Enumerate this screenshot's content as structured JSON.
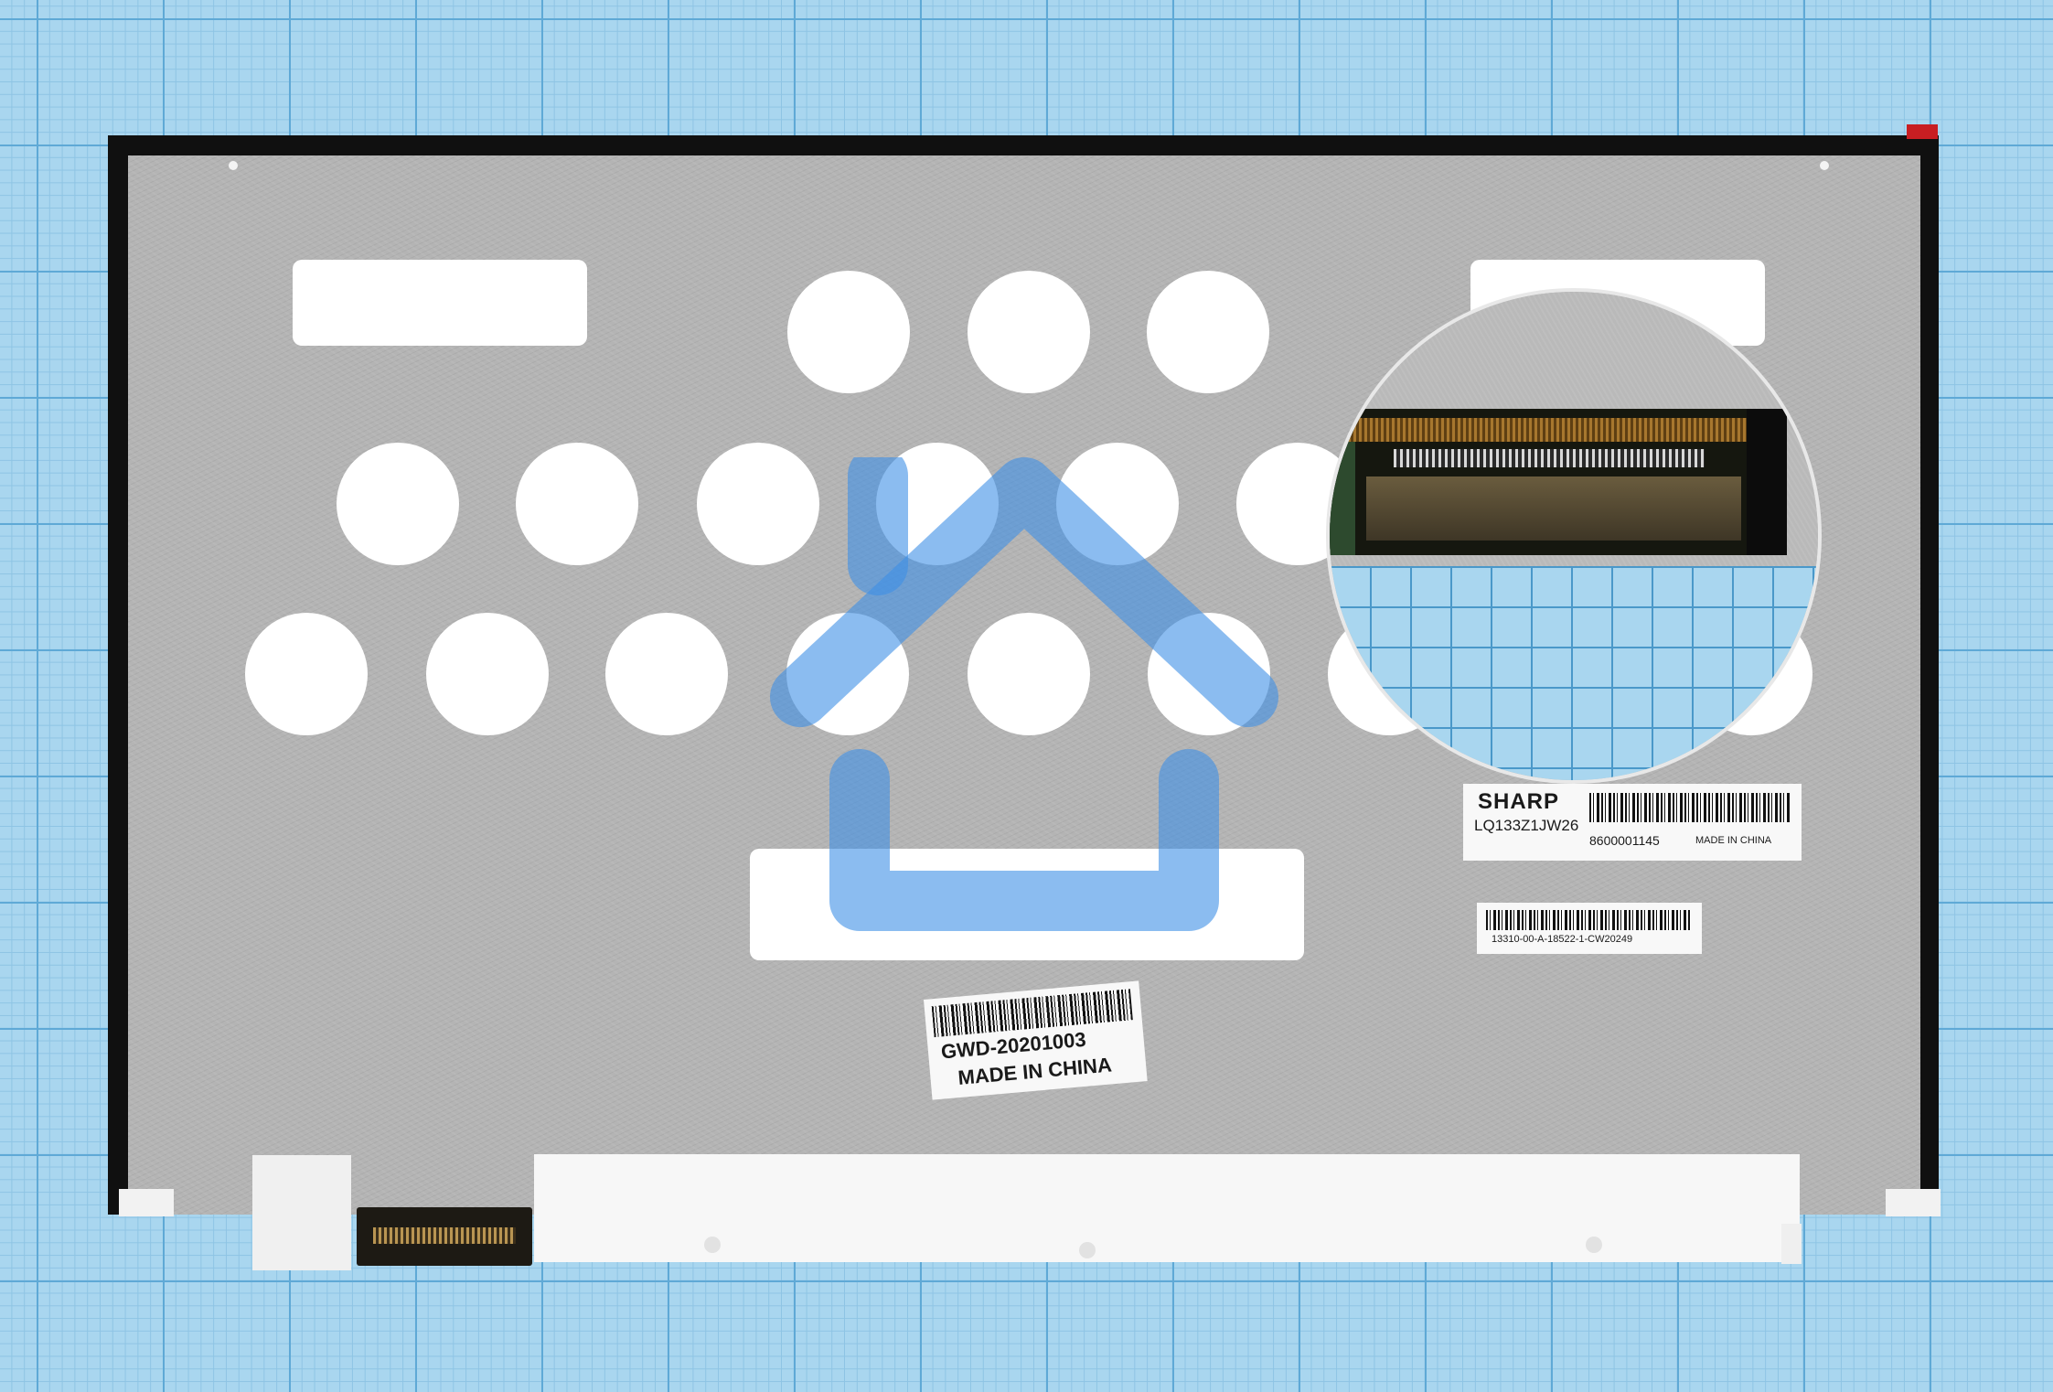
{
  "photo": {
    "subject": "laptop LCD panel rear side on graph paper",
    "colors": {
      "background_grid": "#a9d6ef",
      "panel_back": "#b4b4b4",
      "bezel": "#101010",
      "watermark": "#3d8fe6",
      "tab": "#c81e22"
    }
  },
  "sharp_label": {
    "brand": "SHARP",
    "model": "LQ133Z1JW26",
    "serial": "8600001145",
    "origin": "MADE IN CHINA"
  },
  "part_label": {
    "code": "13310-00-A-18522-1-CW20249"
  },
  "date_label": {
    "code": "GWD-20201003",
    "origin": "MADE IN CHINA"
  },
  "watermark": {
    "icon": "home-icon"
  }
}
